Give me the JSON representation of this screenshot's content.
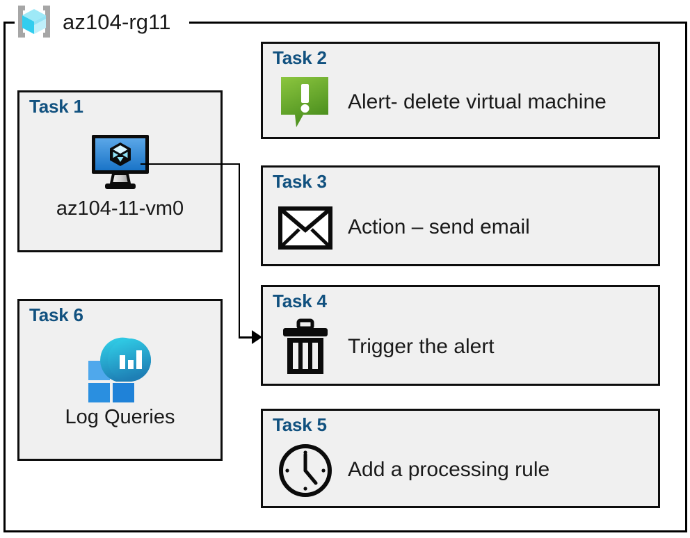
{
  "resource_group": {
    "name": "az104-rg11",
    "icon": "resource-group-cube-icon"
  },
  "colors": {
    "task_title": "#11517f",
    "card_fill": "#f0f0f0",
    "card_border": "#0d0d0d",
    "alert_green": "#6cb33f",
    "vm_blue": "#2e8ddd",
    "log_analytics_teal": "#2ac2e0",
    "log_analytics_blue": "#2a8fe0"
  },
  "tasks": [
    {
      "id": "task-1",
      "title": "Task 1",
      "label": "az104-11-vm0",
      "icon": "virtual-machine-icon",
      "column": "left"
    },
    {
      "id": "task-2",
      "title": "Task 2",
      "label": "Alert- delete virtual machine",
      "icon": "alert-speech-bubble-icon",
      "column": "right"
    },
    {
      "id": "task-3",
      "title": "Task 3",
      "label": "Action – send email",
      "icon": "envelope-icon",
      "column": "right"
    },
    {
      "id": "task-4",
      "title": "Task 4",
      "label": "Trigger the alert",
      "icon": "trash-can-icon",
      "column": "right"
    },
    {
      "id": "task-5",
      "title": "Task 5",
      "label": "Add a processing rule",
      "icon": "clock-icon",
      "column": "right"
    },
    {
      "id": "task-6",
      "title": "Task 6",
      "label": "Log Queries",
      "icon": "log-analytics-icon",
      "column": "left"
    }
  ],
  "connector": {
    "from": "task-1",
    "to": "task-4",
    "style": "elbow-arrow"
  }
}
